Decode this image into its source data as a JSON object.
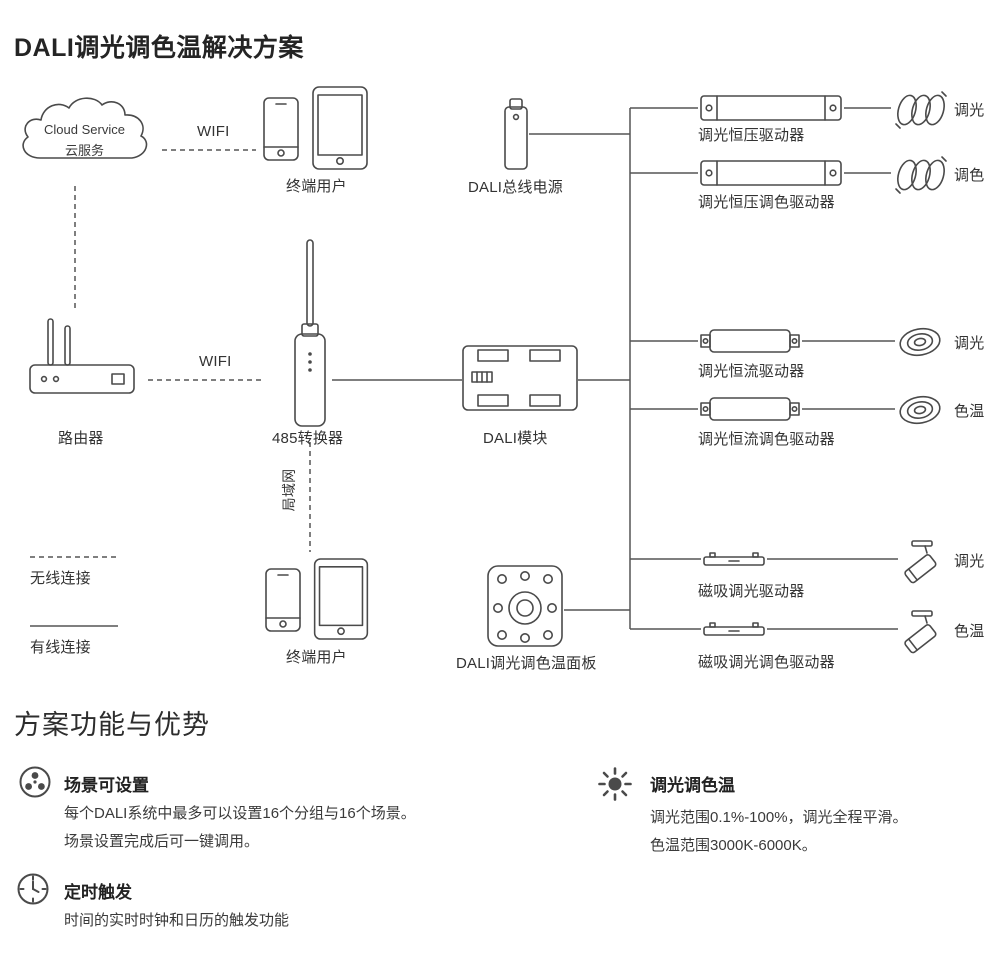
{
  "page": {
    "title": "DALI调光调色温解决方案",
    "features_title": "方案功能与优势"
  },
  "diagram": {
    "cloud_line1": "Cloud Service",
    "cloud_line2": "云服务",
    "wifi_top": "WIFI",
    "wifi_mid": "WIFI",
    "lan_label": "局域网",
    "end_user_top": "终端用户",
    "end_user_bottom": "终端用户",
    "bus_power_label": "DALI总线电源",
    "router_label": "路由器",
    "converter_label": "485转换器",
    "module_label": "DALI模块",
    "panel_label": "DALI调光调色温面板",
    "legend_wireless": "无线连接",
    "legend_wired": "有线连接",
    "drivers": [
      {
        "label": "调光恒压驱动器",
        "output": "调光"
      },
      {
        "label": "调光恒压调色驱动器",
        "output": "调色"
      },
      {
        "label": "调光恒流驱动器",
        "output": "调光"
      },
      {
        "label": "调光恒流调色驱动器",
        "output": "色温"
      },
      {
        "label": "磁吸调光驱动器",
        "output": "调光"
      },
      {
        "label": "磁吸调光调色驱动器",
        "output": "色温"
      }
    ]
  },
  "features": [
    {
      "title": "场景可设置",
      "line1": "每个DALI系统中最多可以设置16个分组与16个场景。",
      "line2": "场景设置完成后可一键调用。"
    },
    {
      "title": "调光调色温",
      "line1": "调光范围0.1%-100%，调光全程平滑。",
      "line2": "色温范围3000K-6000K。"
    },
    {
      "title": "定时触发",
      "line1": "时间的实时时钟和日历的触发功能"
    }
  ]
}
